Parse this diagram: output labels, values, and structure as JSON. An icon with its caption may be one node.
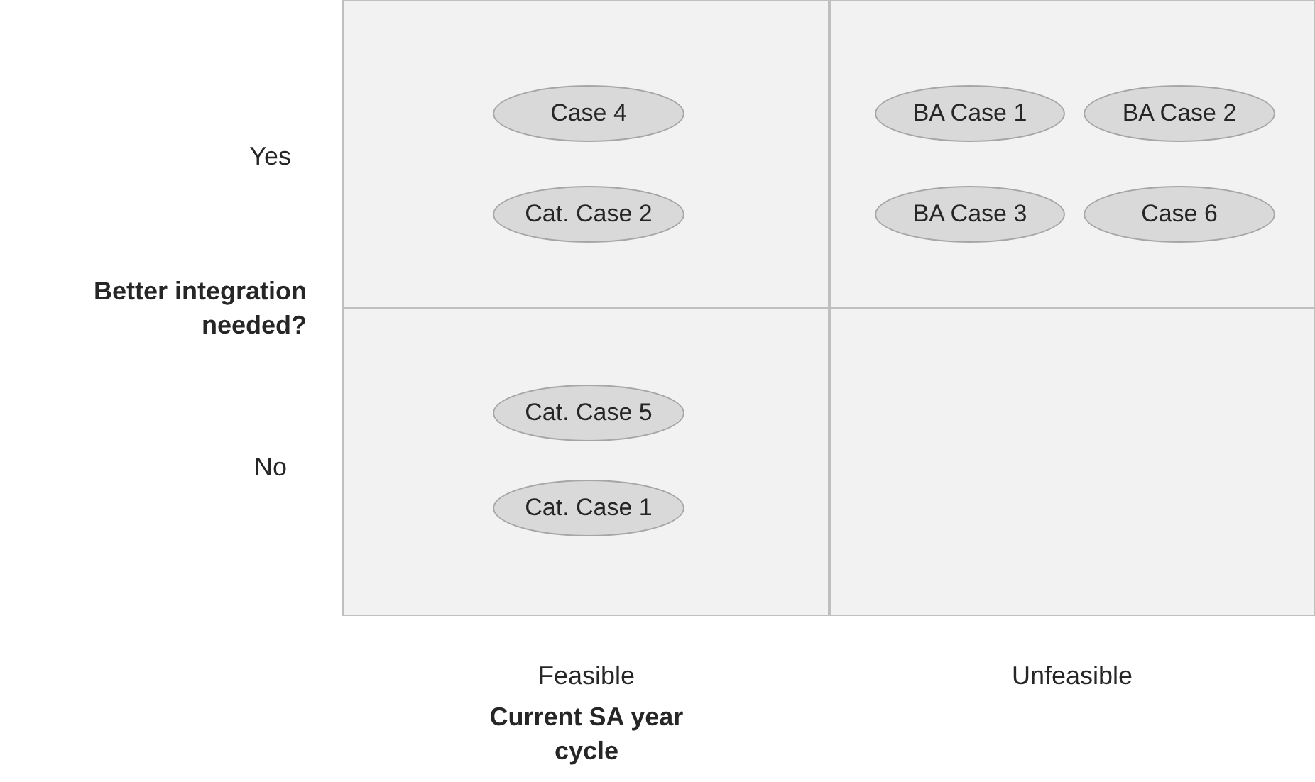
{
  "diagram": {
    "nodes": [
      {
        "text": [],
        "shape": "box"
      },
      {
        "text": [
          "Case 4"
        ],
        "in": 0
      },
      {
        "text": [
          "Cat. Case 2"
        ],
        "in": 0
      },
      {
        "text": [],
        "shape": "box"
      },
      {
        "text": [
          "BA Case 1"
        ],
        "in": 3
      },
      {
        "text": [
          "BA Case 2"
        ],
        "in": 3
      },
      {
        "text": [
          "BA Case 3"
        ],
        "in": 3
      },
      {
        "text": [
          "Case 6"
        ],
        "in": 3
      },
      {
        "text": [],
        "shape": "box"
      },
      {
        "text": [
          "Cat. Case 5"
        ],
        "in": 8
      },
      {
        "text": [
          "Cat. Case 1"
        ],
        "in": 8
      },
      {
        "text": [],
        "shape": "box"
      }
    ],
    "labels": [
      "Yes",
      "Better integration needed?",
      "No",
      "Feasible",
      "Unfeasible",
      "Current SA year cycle"
    ]
  }
}
